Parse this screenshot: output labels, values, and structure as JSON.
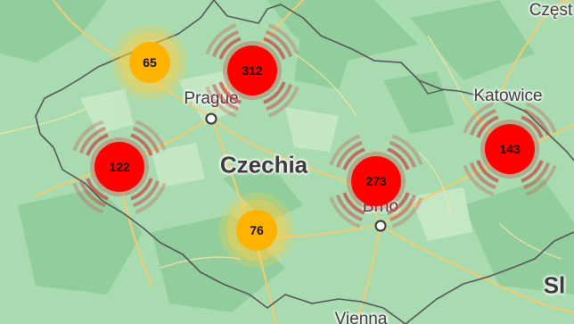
{
  "map": {
    "places": [
      {
        "id": "czestochowa",
        "label": "Częst",
        "kind": "city"
      },
      {
        "id": "prague",
        "label": "Prague",
        "kind": "city"
      },
      {
        "id": "katowice",
        "label": "Katowice",
        "kind": "city"
      },
      {
        "id": "czechia",
        "label": "Czechia",
        "kind": "country"
      },
      {
        "id": "brno",
        "label": "Brno",
        "kind": "city"
      },
      {
        "id": "slovakia",
        "label": "Sl",
        "kind": "edge"
      },
      {
        "id": "vienna",
        "label": "Vienna",
        "kind": "city"
      }
    ],
    "clusters": [
      {
        "id": "c65",
        "count": "65",
        "severity": "medium"
      },
      {
        "id": "c312",
        "count": "312",
        "severity": "high"
      },
      {
        "id": "c122",
        "count": "122",
        "severity": "high"
      },
      {
        "id": "c273",
        "count": "273",
        "severity": "high"
      },
      {
        "id": "c143",
        "count": "143",
        "severity": "high"
      },
      {
        "id": "c76",
        "count": "76",
        "severity": "medium"
      }
    ],
    "colors": {
      "high": "#ff0000",
      "high_ring": "#c84a4a",
      "medium": "#ffb300",
      "medium_glow": "#ffd040",
      "land": "#a8dcb0",
      "land_dark": "#7fc48d",
      "road": "#f5cf78",
      "border": "#555555"
    }
  }
}
